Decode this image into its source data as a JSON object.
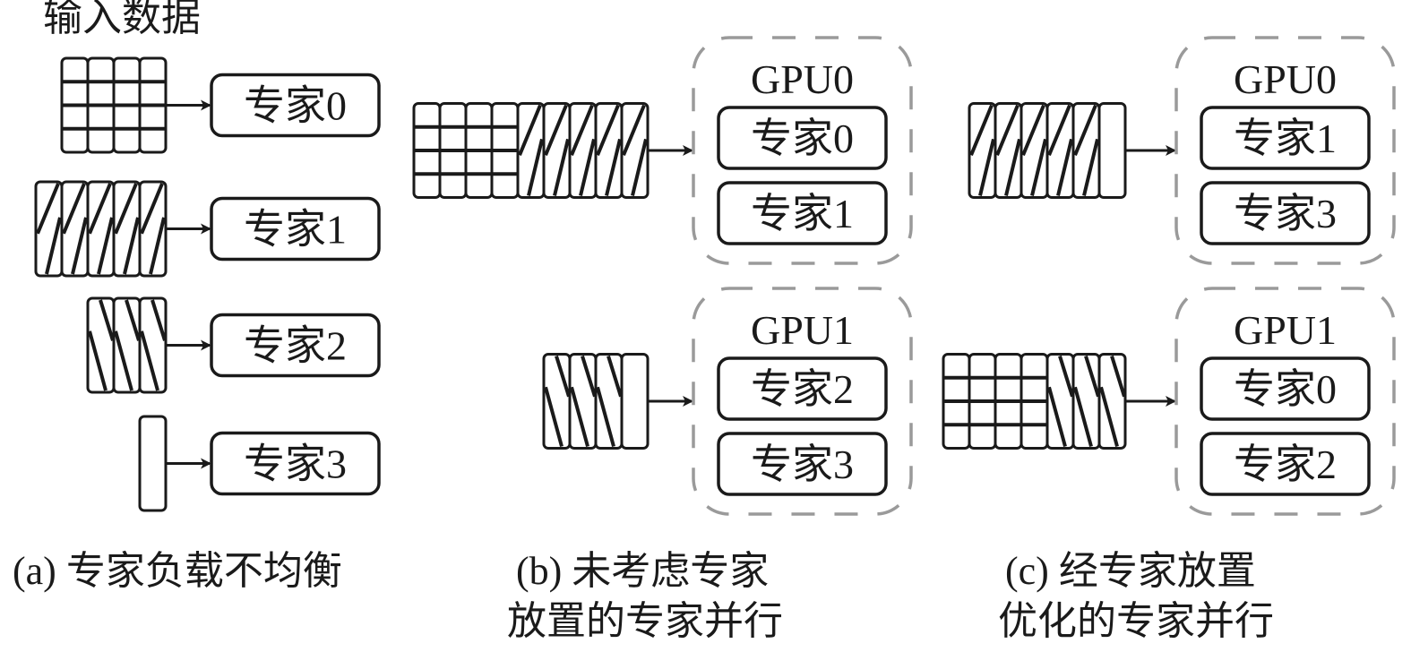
{
  "input_label": "输入数据",
  "colors": {
    "stroke": "#1a1a1a",
    "dash": "#9a9a9a",
    "background": "#ffffff"
  },
  "legend_patterns": {
    "grid": "expert 0 tokens",
    "slash": "expert 1 tokens",
    "backslash": "expert 2 tokens",
    "blank": "expert 3 tokens"
  },
  "panels": [
    {
      "id": "a",
      "caption_line1": "(a)  专家负载不均衡",
      "caption_line2": "",
      "rows": [
        {
          "block": [
            [
              "grid",
              4
            ]
          ],
          "expert": "专家0"
        },
        {
          "block": [
            [
              "slash",
              5
            ]
          ],
          "expert": "专家1"
        },
        {
          "block": [
            [
              "backslash",
              3
            ]
          ],
          "expert": "专家2"
        },
        {
          "block": [
            [
              "blank",
              1
            ]
          ],
          "expert": "专家3"
        }
      ]
    },
    {
      "id": "b",
      "caption_line1": "(b)  未考虑专家",
      "caption_line2": "放置的专家并行",
      "gpus": [
        {
          "label": "GPU0",
          "block": [
            [
              "grid",
              4
            ],
            [
              "slash",
              5
            ]
          ],
          "experts": [
            "专家0",
            "专家1"
          ]
        },
        {
          "label": "GPU1",
          "block": [
            [
              "backslash",
              3
            ],
            [
              "blank",
              1
            ]
          ],
          "experts": [
            "专家2",
            "专家3"
          ]
        }
      ]
    },
    {
      "id": "c",
      "caption_line1": "(c)  经专家放置",
      "caption_line2": "优化的专家并行",
      "gpus": [
        {
          "label": "GPU0",
          "block": [
            [
              "slash",
              5
            ],
            [
              "blank",
              1
            ]
          ],
          "experts": [
            "专家1",
            "专家3"
          ]
        },
        {
          "label": "GPU1",
          "block": [
            [
              "grid",
              4
            ],
            [
              "backslash",
              3
            ]
          ],
          "experts": [
            "专家0",
            "专家2"
          ]
        }
      ]
    }
  ]
}
